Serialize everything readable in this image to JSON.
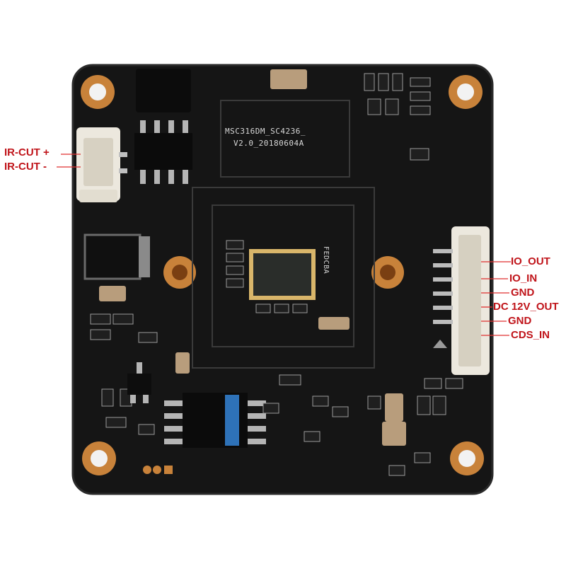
{
  "board": {
    "silkscreen_model": "MSC316DM_SC4236_",
    "silkscreen_version": "V2.0_20180604A",
    "sensor_mark": "FEDCBA"
  },
  "labels": {
    "ir_cut_plus": "IR-CUT +",
    "ir_cut_minus": "IR-CUT -",
    "io_out": "IO_OUT",
    "io_in": "IO_IN",
    "gnd_1": "GND",
    "dc_12v_out": "DC 12V_OUT",
    "gnd_2": "GND",
    "cds_in": "CDS_IN"
  },
  "colors": {
    "pcb": "#141414",
    "pad_gold": "#c8823a",
    "label_red": "#c0141a",
    "connector_white": "#ece8de"
  }
}
